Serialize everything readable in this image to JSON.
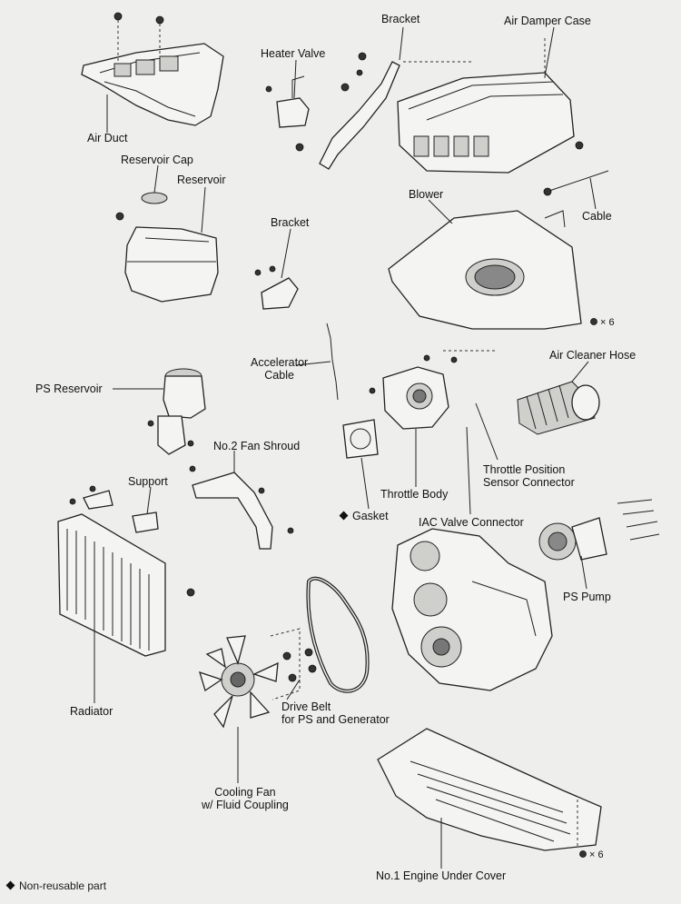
{
  "diagram": {
    "labels": {
      "air_duct": "Air Duct",
      "bracket_top": "Bracket",
      "air_damper_case": "Air Damper Case",
      "heater_valve": "Heater Valve",
      "reservoir_cap": "Reservoir Cap",
      "reservoir": "Reservoir",
      "blower": "Blower",
      "cable": "Cable",
      "bracket_mid": "Bracket",
      "accelerator_cable": "Accelerator\nCable",
      "air_cleaner_hose": "Air Cleaner Hose",
      "ps_reservoir": "PS Reservoir",
      "no2_fan_shroud": "No.2 Fan Shroud",
      "support": "Support",
      "throttle_position_sensor_connector": "Throttle Position\nSensor Connector",
      "throttle_body": "Throttle Body",
      "gasket": "Gasket",
      "iac_valve_connector": "IAC Valve Connector",
      "ps_pump": "PS Pump",
      "radiator": "Radiator",
      "drive_belt": "Drive Belt\nfor PS and Generator",
      "cooling_fan": "Cooling Fan\nw/ Fluid Coupling",
      "no1_engine_under_cover": "No.1 Engine Under Cover",
      "qty_blower": "× 6",
      "qty_under_cover": "× 6"
    },
    "legend": {
      "non_reusable": "Non-reusable part"
    }
  }
}
